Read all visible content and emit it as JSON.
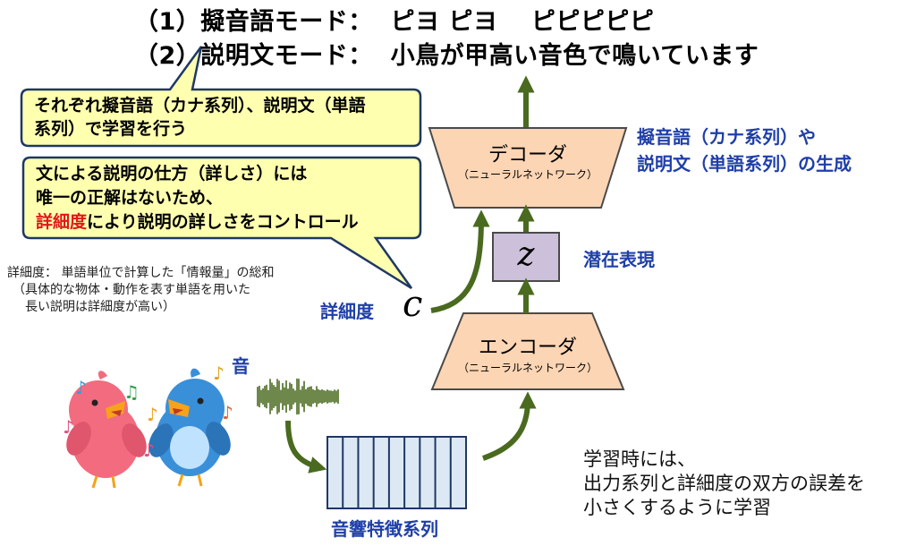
{
  "title": {
    "line1_num": "（1）",
    "line1_label": "擬音語モード：",
    "line1_value": "ピヨ ピヨ　 ピピピピピ",
    "line2_num": "（2）",
    "line2_label": "説明文モード：",
    "line2_value": "小鳥が甲高い音色で鳴いています"
  },
  "callout1": {
    "line1": "それぞれ擬音語（カナ系列）、説明文（単語",
    "line2": "系列）で学習を行う"
  },
  "callout2": {
    "line1": "文による説明の仕方（詳しさ）には",
    "line2": "唯一の正解はないため、",
    "line3_red": "詳細度",
    "line3_rest": "により説明の詳しさをコントロール"
  },
  "note": {
    "line1": "詳細度：  単語単位で計算した「情報量」の総和",
    "line2": "（具体的な物体・動作を表す単語を用いた",
    "line3": "長い説明は詳細度が高い）"
  },
  "decoder": {
    "label": "デコーダ",
    "sub": "（ニューラルネットワーク）"
  },
  "encoder": {
    "label": "エンコーダ",
    "sub": "（ニューラルネットワーク）"
  },
  "latent": {
    "symbol": "z",
    "label": "潜在表現"
  },
  "condition": {
    "symbol": "c",
    "label": "詳細度"
  },
  "generation_label": {
    "line1": "擬音語（カナ系列）や",
    "line2": "説明文（単語系列）の生成"
  },
  "sound_label": "音",
  "feature_label": "音響特徴系列",
  "training_note": {
    "line1": "学習時には、",
    "line2": "出力系列と詳細度の双方の誤差を",
    "line3": "小さくするように学習"
  },
  "colors": {
    "arrow": "#4a6a1f",
    "box_fill": "#fcd5b4",
    "latent_fill": "#ccc0da",
    "callout_fill": "#ffffb0",
    "callout_border": "#1f3864",
    "blue_text": "#1f3fa8",
    "red_text": "#e01818"
  },
  "icons": [
    "pink-bird-icon",
    "blue-bird-icon",
    "music-note-icon",
    "waveform-icon"
  ]
}
